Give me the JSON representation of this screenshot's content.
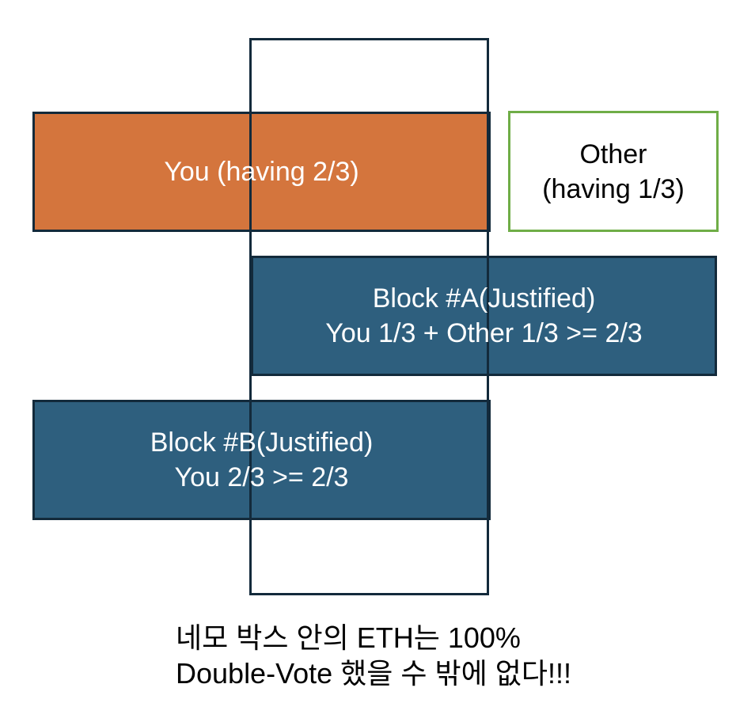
{
  "colors": {
    "background": "#FFFFFF",
    "outline_navy": "#132A3B",
    "you_fill_orange": "#D4753D",
    "justified_fill_blue": "#2E5F7E",
    "other_border_green": "#6FAD47",
    "box_text_white": "#FFFFFF",
    "text_black": "#000000"
  },
  "boxes": {
    "you": {
      "label": "You (having 2/3)"
    },
    "other": {
      "line1": "Other",
      "line2": "(having 1/3)"
    },
    "block_a": {
      "line1": "Block #A(Justified)",
      "line2": "You 1/3 + Other 1/3 >= 2/3"
    },
    "block_b": {
      "line1": "Block #B(Justified)",
      "line2": "You 2/3 >= 2/3"
    }
  },
  "caption": {
    "line1": "네모 박스 안의 ETH는 100%",
    "line2": "Double-Vote 했을 수 밖에 없다!!!"
  }
}
